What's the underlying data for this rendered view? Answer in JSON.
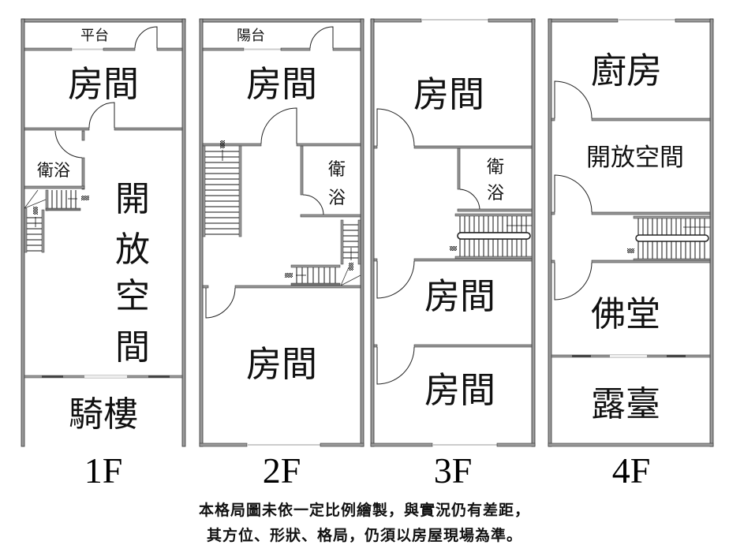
{
  "floors": [
    {
      "label": "1F",
      "rooms": {
        "platform": "平台",
        "room": "房間",
        "bath": "衛浴",
        "open_space": [
          "開",
          "放",
          "空",
          "間"
        ],
        "arcade": "騎樓"
      }
    },
    {
      "label": "2F",
      "rooms": {
        "balcony": "陽台",
        "room_front": "房間",
        "bath": [
          "衛",
          "浴"
        ],
        "room_back": "房間"
      }
    },
    {
      "label": "3F",
      "rooms": {
        "room_front": "房間",
        "bath": [
          "衛",
          "浴"
        ],
        "room_mid": "房間",
        "room_back": "房間"
      }
    },
    {
      "label": "4F",
      "rooms": {
        "kitchen": "廚房",
        "open_space": "開放空間",
        "shrine": "佛堂",
        "terrace": "露臺"
      }
    }
  ],
  "disclaimer": {
    "line1": "本格局圖未依一定比例繪製，與實況仍有差距，",
    "line2": "其方位、形狀、格局，仍須以房屋現場為準。"
  },
  "colors": {
    "wall_fill": "#9a9a9a",
    "wall_line": "#333333",
    "text": "#111111",
    "background": "#ffffff"
  }
}
